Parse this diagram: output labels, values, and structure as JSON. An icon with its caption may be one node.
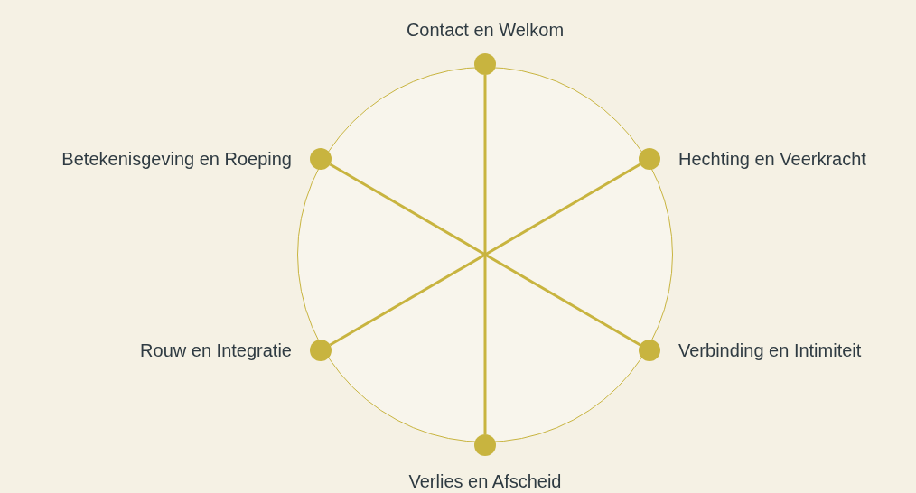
{
  "diagram": {
    "nodes": [
      {
        "text": [
          "Contact en Welkom"
        ]
      },
      {
        "text": [
          "Betekenisgeving en Roeping"
        ]
      },
      {
        "text": [
          "Hechting en Veerkracht"
        ]
      },
      {
        "text": [
          "Rouw en Integratie"
        ]
      },
      {
        "text": [
          "Verbinding en Intimiteit"
        ]
      },
      {
        "text": [
          "Verlies en Afscheid"
        ]
      }
    ],
    "edges": [
      {
        "from": 0,
        "to": 5,
        "arrow": "none"
      },
      {
        "from": 2,
        "to": 3,
        "arrow": "none"
      },
      {
        "from": 1,
        "to": 4,
        "arrow": "none"
      }
    ]
  }
}
